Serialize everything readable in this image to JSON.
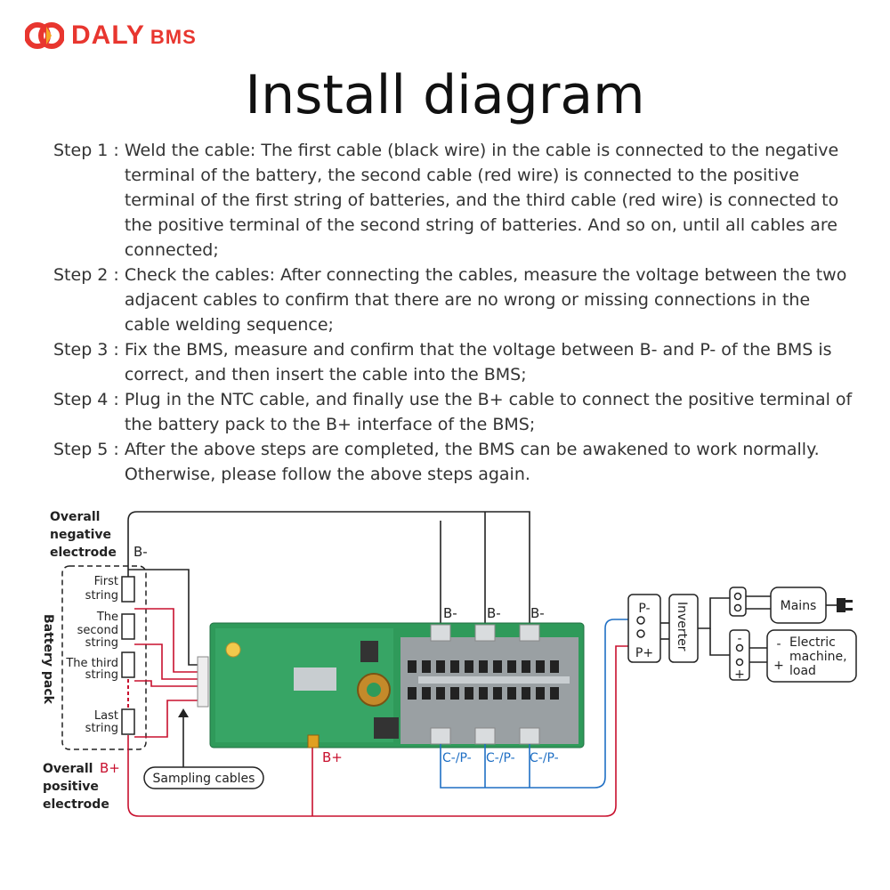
{
  "brand": {
    "name": "DALY",
    "suffix": "BMS",
    "color": "#e8362f"
  },
  "title": "Install diagram",
  "steps": [
    {
      "label": "Step 1 :",
      "text": "Weld the cable: The first cable (black wire) in the cable is connected to the negative terminal of the battery, the second cable (red wire) is connected to the positive terminal of the first string of batteries, and the third cable (red wire) is connected to the positive terminal of the second string of batteries. And so on, until all cables are connected;"
    },
    {
      "label": "Step 2 :",
      "text": "Check the cables: After connecting the cables, measure the voltage between the two adjacent cables to confirm that there are no wrong or missing connections in the cable welding sequence;"
    },
    {
      "label": "Step 3 :",
      "text": "Fix the BMS, measure and confirm that the voltage between B- and P- of the BMS is correct, and then insert the cable into the BMS;"
    },
    {
      "label": "Step 4 :",
      "text": "Plug in the NTC cable, and finally use the B+ cable to connect the positive terminal of the battery pack to the B+ interface of the BMS;"
    },
    {
      "label": "Step 5 :",
      "text": "After the above steps are completed, the BMS can be awakened to work normally. Otherwise, please follow the above steps again."
    }
  ],
  "diagram": {
    "overall_negative": [
      "Overall",
      "negative",
      "electrode"
    ],
    "overall_positive": [
      "Overall",
      "positive",
      "electrode"
    ],
    "b_minus": "B-",
    "b_plus": "B+",
    "battery_pack": "Battery pack",
    "strings": [
      [
        "First",
        "string"
      ],
      [
        "The",
        "second",
        "string"
      ],
      [
        "The third",
        "string"
      ],
      [
        "Last",
        "string"
      ]
    ],
    "sampling_cables": "Sampling cables",
    "bms_b_minus": [
      "B-",
      "B-",
      "B-"
    ],
    "bms_cp_minus": [
      "C-/P-",
      "C-/P-",
      "C-/P-"
    ],
    "p_minus": "P-",
    "p_plus": "P+",
    "inverter": "Inverter",
    "mains": "Mains",
    "minus_sign": "-",
    "plus_sign": "+",
    "load_signs": [
      "-",
      "+"
    ],
    "load": [
      "Electric",
      "machine,",
      "load"
    ],
    "colors": {
      "negative_wire": "#222222",
      "positive_wire": "#c8102e",
      "output_wire": "#1f6fc4",
      "board": "#2f9a5a"
    }
  }
}
